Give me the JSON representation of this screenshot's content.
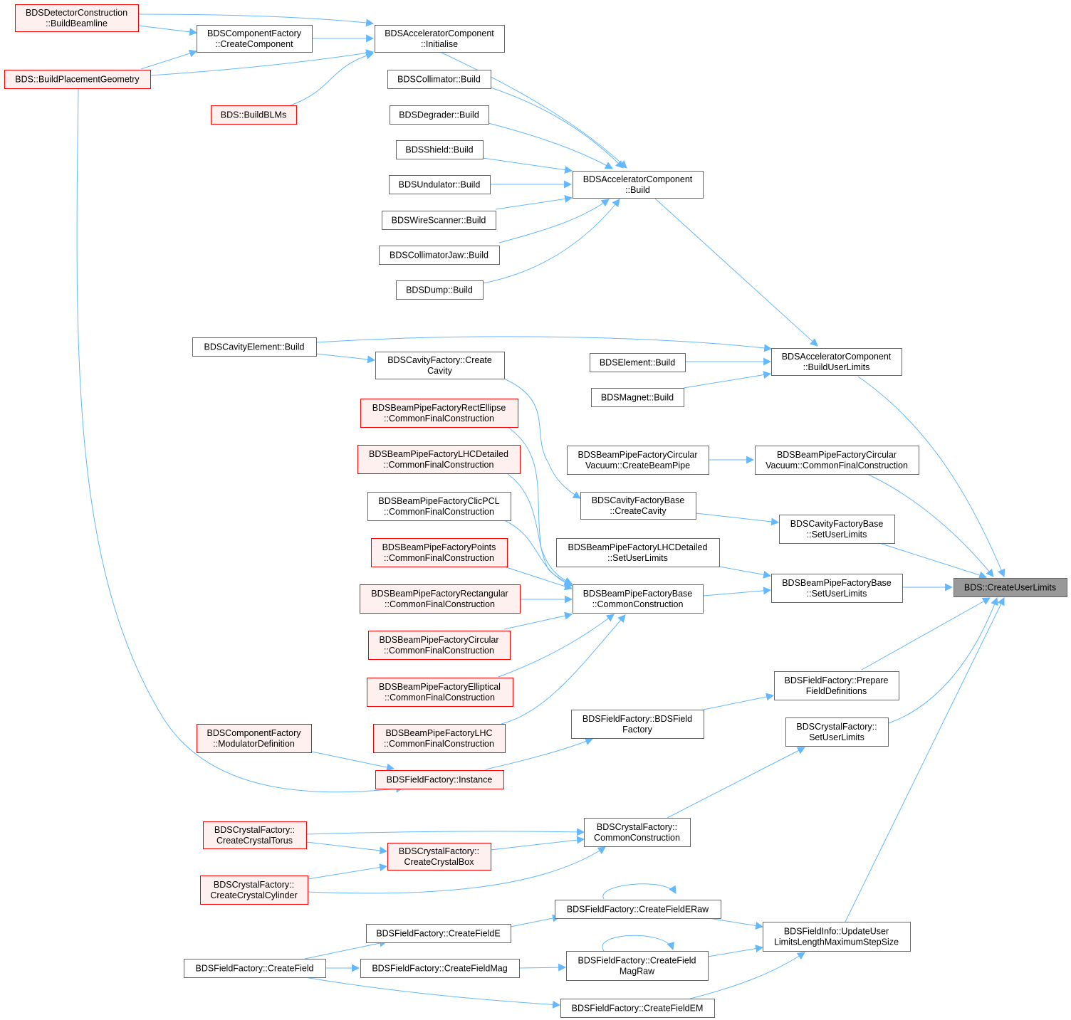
{
  "colors": {
    "edge": "#63b8ff",
    "node_border": "#666666",
    "undocumented_border": "#ff0000",
    "undocumented_fill": "#fff0f0",
    "target_fill": "#999999"
  },
  "nodes": [
    {
      "id": "detcon",
      "lines": [
        "BDSDetectorConstruction",
        "::BuildBeamline"
      ],
      "style": "red"
    },
    {
      "id": "compfac",
      "lines": [
        "BDSComponentFactory",
        "::CreateComponent"
      ],
      "style": "normal"
    },
    {
      "id": "accinit",
      "lines": [
        "BDSAcceleratorComponent",
        "::Initialise"
      ],
      "style": "normal"
    },
    {
      "id": "bpg",
      "lines": [
        "BDS::BuildPlacementGeometry"
      ],
      "style": "red"
    },
    {
      "id": "blms",
      "lines": [
        "BDS::BuildBLMs"
      ],
      "style": "red"
    },
    {
      "id": "collbuild",
      "lines": [
        "BDSCollimator::Build"
      ],
      "style": "normal"
    },
    {
      "id": "degbuild",
      "lines": [
        "BDSDegrader::Build"
      ],
      "style": "normal"
    },
    {
      "id": "shieldbuild",
      "lines": [
        "BDSShield::Build"
      ],
      "style": "normal"
    },
    {
      "id": "undbuild",
      "lines": [
        "BDSUndulator::Build"
      ],
      "style": "normal"
    },
    {
      "id": "wirebuild",
      "lines": [
        "BDSWireScanner::Build"
      ],
      "style": "normal"
    },
    {
      "id": "jawbuild",
      "lines": [
        "BDSCollimatorJaw::Build"
      ],
      "style": "normal"
    },
    {
      "id": "dumpbuild",
      "lines": [
        "BDSDump::Build"
      ],
      "style": "normal"
    },
    {
      "id": "accbuild",
      "lines": [
        "BDSAcceleratorComponent",
        "::Build"
      ],
      "style": "normal"
    },
    {
      "id": "cavelem",
      "lines": [
        "BDSCavityElement::Build"
      ],
      "style": "normal"
    },
    {
      "id": "cavfaccreate",
      "lines": [
        "BDSCavityFactory::Create",
        "Cavity"
      ],
      "style": "normal"
    },
    {
      "id": "elembuild",
      "lines": [
        "BDSElement::Build"
      ],
      "style": "normal"
    },
    {
      "id": "magbuild",
      "lines": [
        "BDSMagnet::Build"
      ],
      "style": "normal"
    },
    {
      "id": "accbul",
      "lines": [
        "BDSAcceleratorComponent",
        "::BuildUserLimits"
      ],
      "style": "normal"
    },
    {
      "id": "rectell",
      "lines": [
        "BDSBeamPipeFactoryRectEllipse",
        "::CommonFinalConstruction"
      ],
      "style": "red"
    },
    {
      "id": "lhcdet",
      "lines": [
        "BDSBeamPipeFactoryLHCDetailed",
        "::CommonFinalConstruction"
      ],
      "style": "red"
    },
    {
      "id": "circvac",
      "lines": [
        "BDSBeamPipeFactoryCircular",
        "Vacuum::CreateBeamPipe"
      ],
      "style": "normal"
    },
    {
      "id": "circvaccfc",
      "lines": [
        "BDSBeamPipeFactoryCircular",
        "Vacuum::CommonFinalConstruction"
      ],
      "style": "normal"
    },
    {
      "id": "clicpcl",
      "lines": [
        "BDSBeamPipeFactoryClicPCL",
        "::CommonFinalConstruction"
      ],
      "style": "normal"
    },
    {
      "id": "cavbasecreate",
      "lines": [
        "BDSCavityFactoryBase",
        "::CreateCavity"
      ],
      "style": "normal"
    },
    {
      "id": "cavbasesul",
      "lines": [
        "BDSCavityFactoryBase",
        "::SetUserLimits"
      ],
      "style": "normal"
    },
    {
      "id": "lhcdetsul",
      "lines": [
        "BDSBeamPipeFactoryLHCDetailed",
        "::SetUserLimits"
      ],
      "style": "normal"
    },
    {
      "id": "points",
      "lines": [
        "BDSBeamPipeFactoryPoints",
        "::CommonFinalConstruction"
      ],
      "style": "red"
    },
    {
      "id": "rect",
      "lines": [
        "BDSBeamPipeFactoryRectangular",
        "::CommonFinalConstruction"
      ],
      "style": "red"
    },
    {
      "id": "bpbasecc",
      "lines": [
        "BDSBeamPipeFactoryBase",
        "::CommonConstruction"
      ],
      "style": "normal"
    },
    {
      "id": "bpbasesul",
      "lines": [
        "BDSBeamPipeFactoryBase",
        "::SetUserLimits"
      ],
      "style": "normal"
    },
    {
      "id": "target",
      "lines": [
        "BDS::CreateUserLimits"
      ],
      "style": "target"
    },
    {
      "id": "circ",
      "lines": [
        "BDSBeamPipeFactoryCircular",
        "::CommonFinalConstruction"
      ],
      "style": "red"
    },
    {
      "id": "ellip",
      "lines": [
        "BDSBeamPipeFactoryElliptical",
        "::CommonFinalConstruction"
      ],
      "style": "red"
    },
    {
      "id": "lhc",
      "lines": [
        "BDSBeamPipeFactoryLHC",
        "::CommonFinalConstruction"
      ],
      "style": "red"
    },
    {
      "id": "fieldprep",
      "lines": [
        "BDSFieldFactory::Prepare",
        "FieldDefinitions"
      ],
      "style": "normal"
    },
    {
      "id": "fieldfac",
      "lines": [
        "BDSFieldFactory::BDSField",
        "Factory"
      ],
      "style": "normal"
    },
    {
      "id": "crystalsul",
      "lines": [
        "BDSCrystalFactory::",
        "SetUserLimits"
      ],
      "style": "normal"
    },
    {
      "id": "moddef",
      "lines": [
        "BDSComponentFactory",
        "::ModulatorDefinition"
      ],
      "style": "red"
    },
    {
      "id": "fieldinst",
      "lines": [
        "BDSFieldFactory::Instance"
      ],
      "style": "red"
    },
    {
      "id": "crystalcc",
      "lines": [
        "BDSCrystalFactory::",
        "CommonConstruction"
      ],
      "style": "normal"
    },
    {
      "id": "torus",
      "lines": [
        "BDSCrystalFactory::",
        "CreateCrystalTorus"
      ],
      "style": "red"
    },
    {
      "id": "box",
      "lines": [
        "BDSCrystalFactory::",
        "CreateCrystalBox"
      ],
      "style": "red"
    },
    {
      "id": "cyl",
      "lines": [
        "BDSCrystalFactory::",
        "CreateCrystalCylinder"
      ],
      "style": "red"
    },
    {
      "id": "eraw",
      "lines": [
        "BDSFieldFactory::CreateFieldERaw"
      ],
      "style": "normal"
    },
    {
      "id": "fielde",
      "lines": [
        "BDSFieldFactory::CreateFieldE"
      ],
      "style": "normal"
    },
    {
      "id": "updateul",
      "lines": [
        "BDSFieldInfo::UpdateUser",
        "LimitsLengthMaximumStepSize"
      ],
      "style": "normal"
    },
    {
      "id": "magraw",
      "lines": [
        "BDSFieldFactory::CreateField",
        "MagRaw"
      ],
      "style": "normal"
    },
    {
      "id": "createfield",
      "lines": [
        "BDSFieldFactory::CreateField"
      ],
      "style": "normal"
    },
    {
      "id": "fieldmag",
      "lines": [
        "BDSFieldFactory::CreateFieldMag"
      ],
      "style": "normal"
    },
    {
      "id": "fieldem",
      "lines": [
        "BDSFieldFactory::CreateFieldEM"
      ],
      "style": "normal"
    }
  ]
}
